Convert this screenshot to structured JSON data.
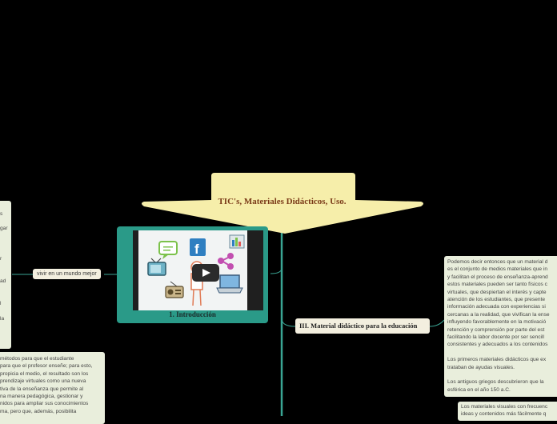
{
  "title": "TIC's, Materiales Didácticos, Uso.",
  "video": {
    "caption": "1.    Introducción"
  },
  "branch_left": "vivir en un mundo mejor",
  "topic3": "III.  Material didáctico para la educación",
  "left_top_fragments": [
    "s",
    "gar",
    "r",
    "ad",
    "l",
    "la"
  ],
  "left_note_lines": [
    "métodos para que el estudiante",
    "para que el profesor enseñe; para esto,",
    "propicia el medio, el resultado son los",
    "prendizaje virtuales como una nueva",
    "tiva de la enseñanza que permite al",
    "na manera pedagógica, gestionar y",
    "nidos para ampliar sus conocimientos",
    "ma, pero que, además, posibilita"
  ],
  "right_note": {
    "p1_lines": [
      "Podemos decir entonces que un material d",
      "es el conjunto de medios materiales que in",
      "y facilitan el proceso de enseñanza-aprend",
      "estos materiales pueden ser tanto físicos c",
      "virtuales, que despiertan el interés y capte",
      "atención de los estudiantes, que presente",
      "información adecuada con experiencias si",
      "cercanas a la realidad, que vivifican la ense",
      "influyendo favorablemente en la motivació",
      "retención y comprensión por parte del est",
      "facilitando la labor docente por ser sencill",
      "consistentes y adecuados a los contenidos"
    ],
    "p2_lines": [
      "Los primeros materiales didácticos que ex",
      "trataban de ayudas visuales."
    ],
    "p3_lines": [
      "Los antiguos griegos descubrieron que la",
      "esférica en el año 150 a.C."
    ]
  },
  "bottom_note_lines": [
    "Los materiales visuales con frecuenc",
    "ideas y contenidos más fácilmente q"
  ],
  "colors": {
    "background": "#000000",
    "title_fill": "#f6eeaa",
    "title_text": "#7a3a18",
    "card": "#2a9a88",
    "connector": "#3aa594",
    "node_fill": "#f3efdf",
    "note_fill": "#e9eedc"
  },
  "icons": [
    "chat-bubble-icon",
    "facebook-icon",
    "bar-chart-icon",
    "tv-icon",
    "share-icon",
    "radio-icon",
    "laptop-icon",
    "person-icon",
    "play-icon"
  ]
}
